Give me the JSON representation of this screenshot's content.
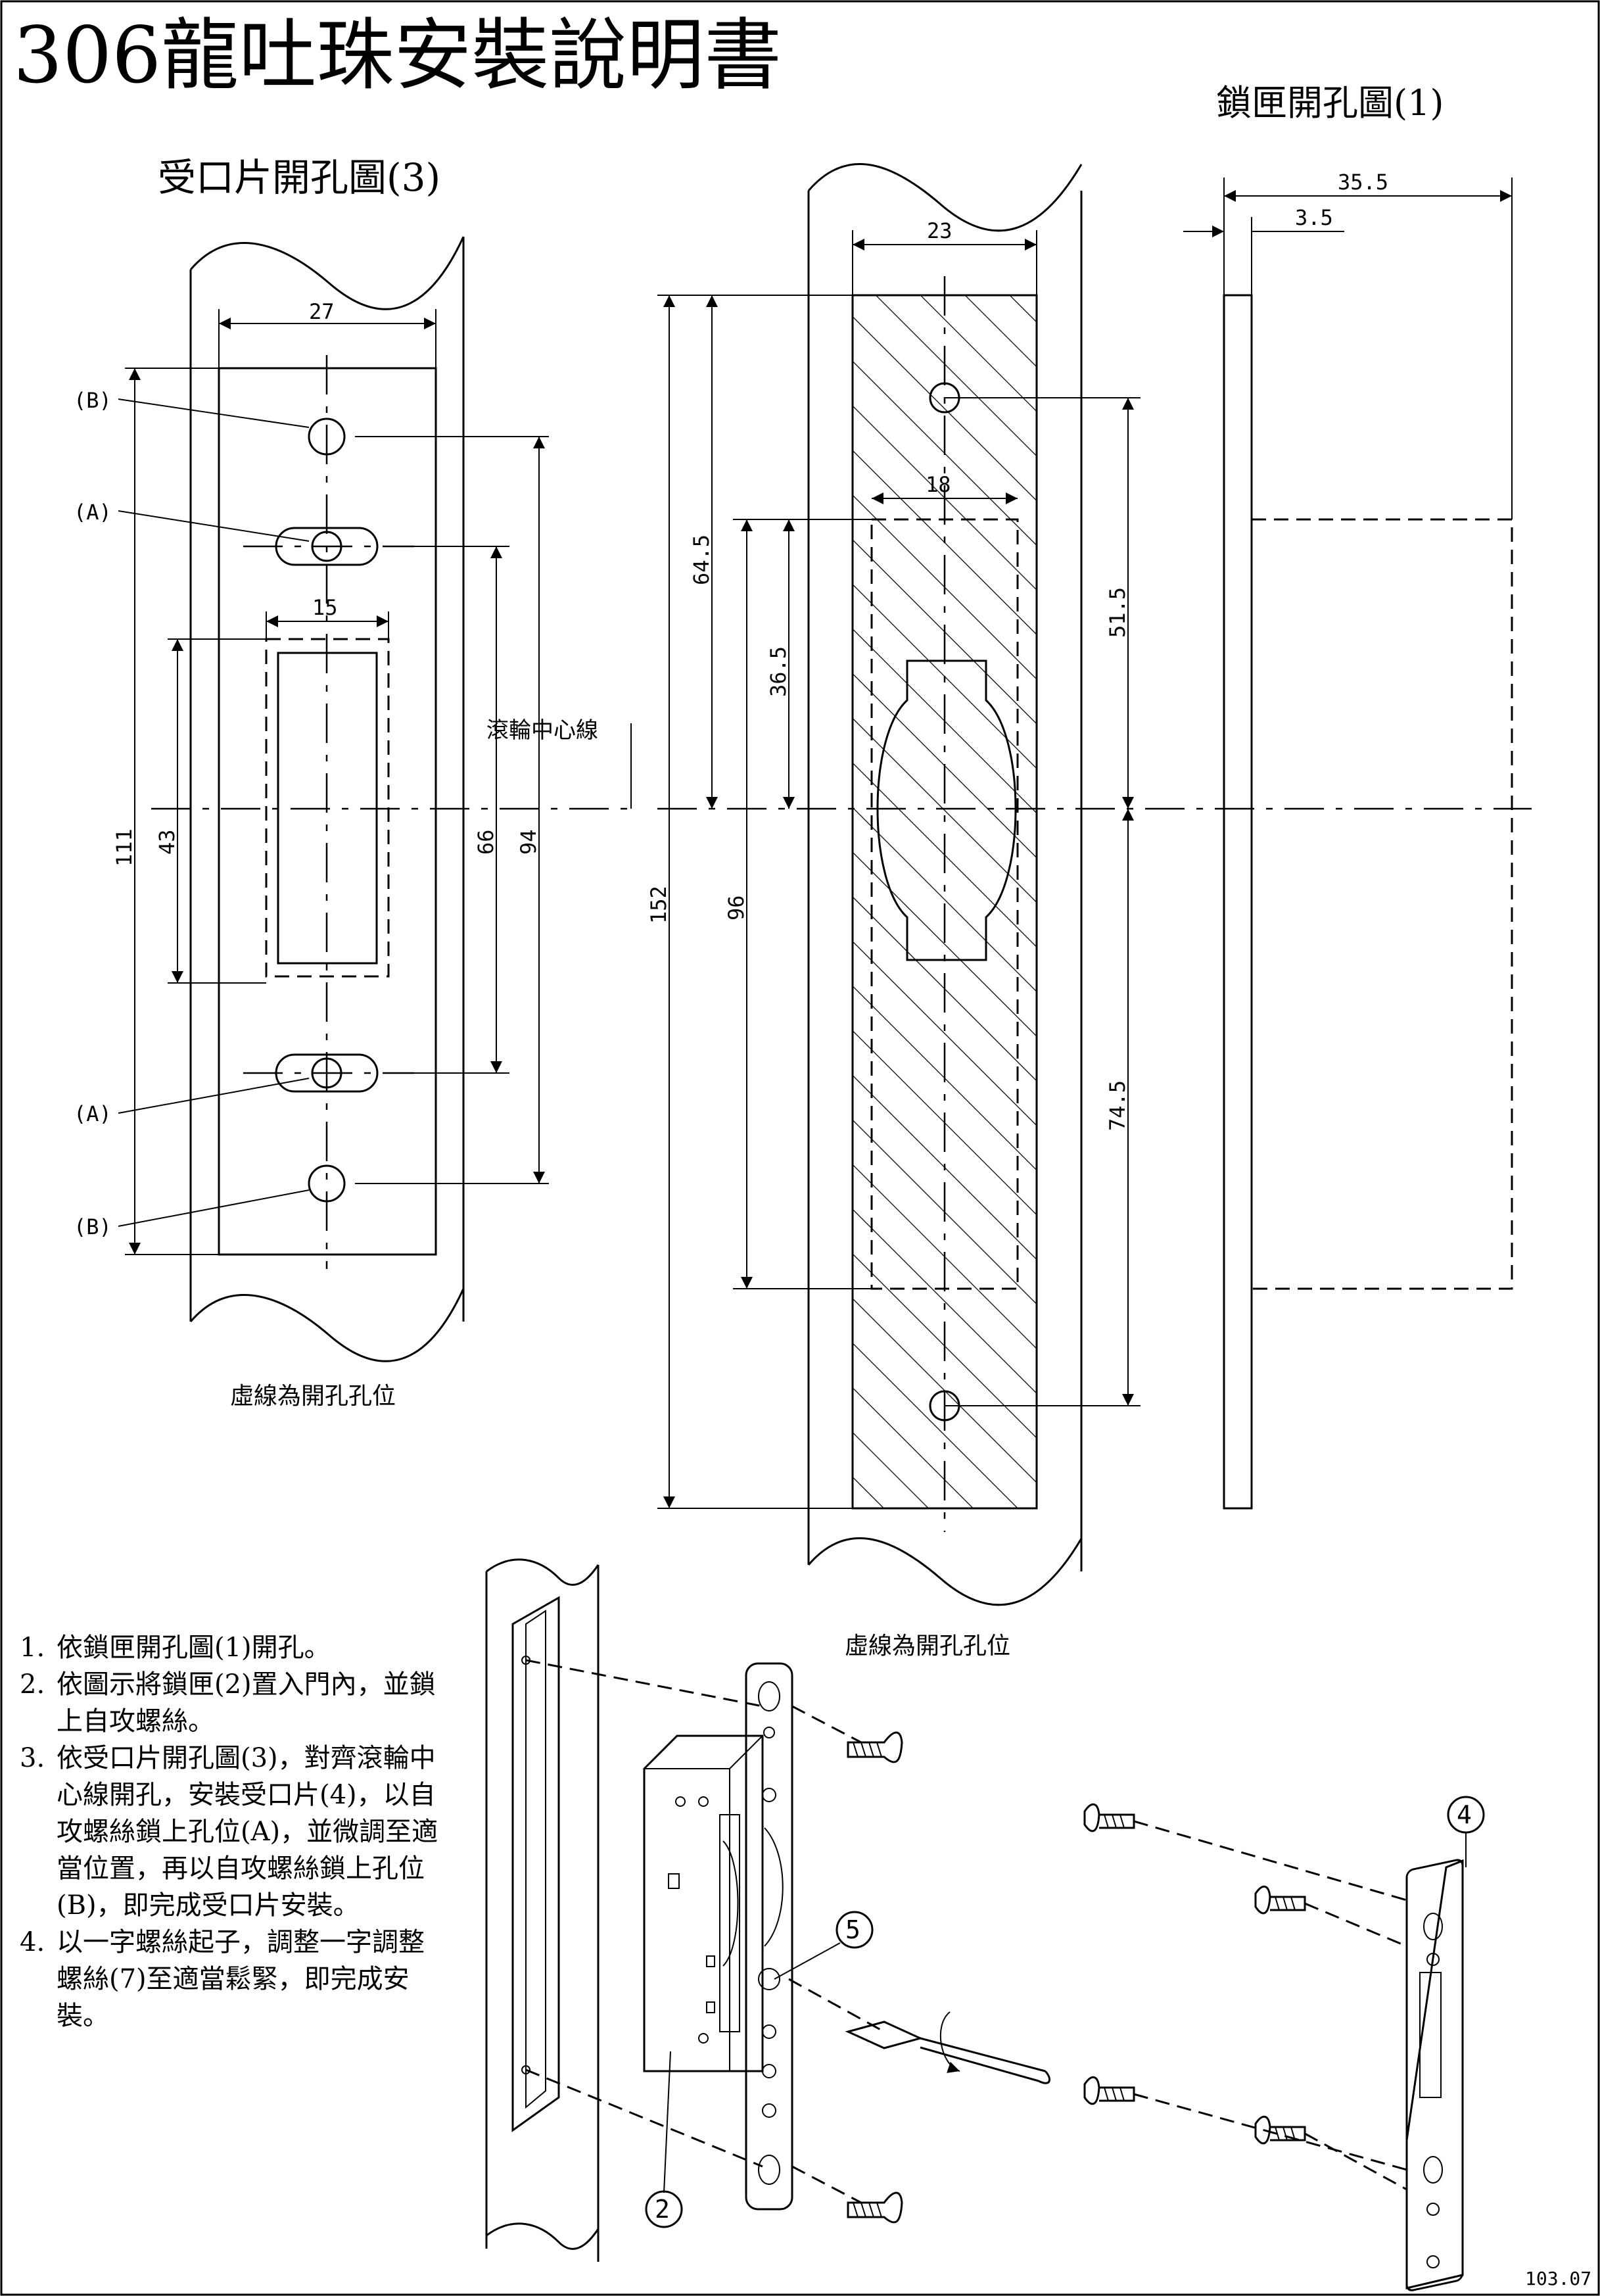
{
  "title": "306龍吐珠安裝說明書",
  "figures": {
    "strike_plate_cutout": {
      "title": "受口片開孔圖(3)",
      "note": "虛線為開孔孔位",
      "roller_center_label": "滾輪中心線",
      "hole_labels": {
        "a": "(A)",
        "b": "(B)"
      },
      "dims": {
        "width": "27",
        "slot_width": "15",
        "total": "111",
        "slot": "43",
        "a_pitch": "66",
        "b_pitch": "94"
      }
    },
    "lock_case_cutout": {
      "title": "鎖匣開孔圖(1)",
      "note": "虛線為開孔孔位",
      "dims": {
        "plate_width": "23",
        "body_width": "18",
        "depth": "35.5",
        "face": "3.5",
        "upper": "64.5",
        "body_upper": "36.5",
        "screw_upper": "51.5",
        "total": "152",
        "body": "96",
        "screw_lower": "74.5"
      }
    }
  },
  "callouts": {
    "c2": "2",
    "c4": "4",
    "c5": "5"
  },
  "instructions": [
    {
      "num": "1.",
      "text": "依鎖匣開孔圖(1)開孔。"
    },
    {
      "num": "2.",
      "text": "依圖示將鎖匣(2)置入門內，並鎖上自攻螺絲。"
    },
    {
      "num": "3.",
      "text": "依受口片開孔圖(3)，對齊滾輪中心線開孔，安裝受口片(4)，以自攻螺絲鎖上孔位(A)，並微調至適當位置，再以自攻螺絲鎖上孔位(B)，即完成受口片安裝。"
    },
    {
      "num": "4.",
      "text": "以一字螺絲起子，調整一字調整螺絲(7)至適當鬆緊，即完成安裝。"
    }
  ],
  "version": "103.07"
}
